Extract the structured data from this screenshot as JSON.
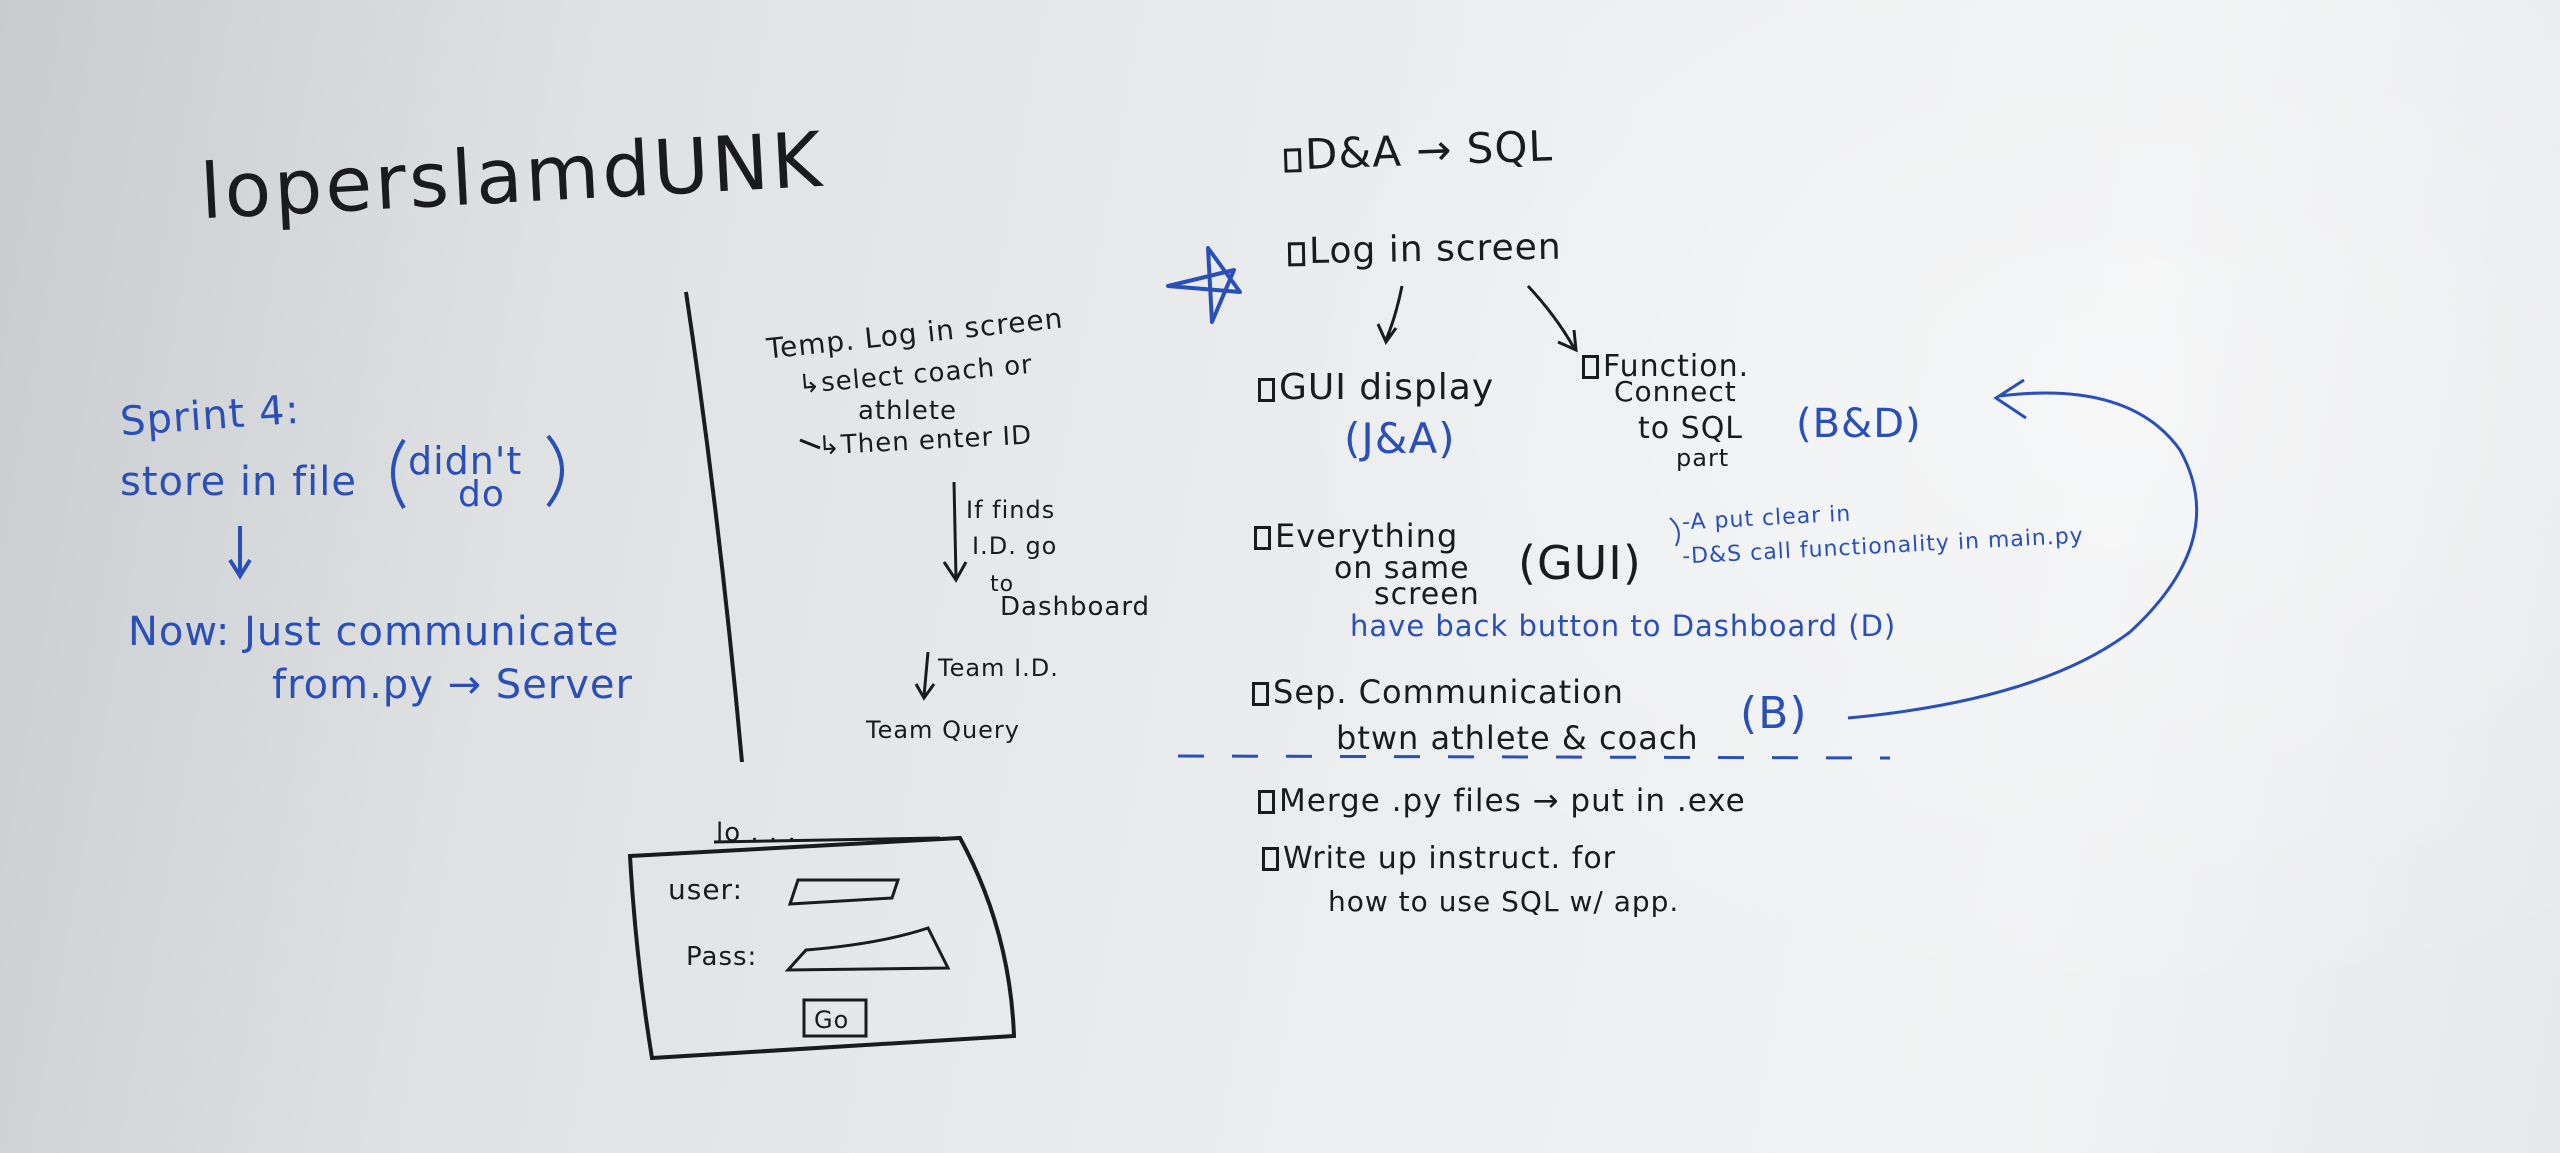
{
  "board": {
    "title": "loperslamdUNK",
    "sprint": {
      "line1": "Sprint 4:",
      "line2a": "store in file",
      "line2b_top": "didn't",
      "line2b_bottom": "do",
      "now_line1": "Now: Just communicate",
      "now_line2": "from.py → Server"
    },
    "flow": {
      "l1": "Temp. Log in screen",
      "l2": "↳select coach or",
      "l3": "athlete",
      "l4": "↳Then enter ID",
      "if1": "If finds",
      "if2": "I.D. go",
      "if3": "to",
      "if4": "Dashboard",
      "team_id": "Team I.D.",
      "team_query": "Team Query"
    },
    "sketch": {
      "top": "lo . . .",
      "user": "user:",
      "pass": "Pass:",
      "go": "Go"
    },
    "tasks": {
      "da_sql": "D&A → SQL",
      "login": "Log in screen",
      "gui_display": "GUI display",
      "ja": "(J&A)",
      "func1": "Function.",
      "func2": "Connect",
      "func3": "to SQL",
      "func4": "part",
      "bd": "(B&D)",
      "everything1": "Everything",
      "everything2": "on same",
      "everything3": "screen",
      "gui_paren": "(GUI)",
      "note1": "-A put clear in",
      "note2": "-D&S call functionality in main.py",
      "back_button": "have back button to Dashboard (D)",
      "sep1": "Sep. Communication",
      "sep2": "btwn athlete & coach",
      "b": "(B)",
      "merge": "Merge .py files → put in .exe",
      "write1": "Write up instruct. for",
      "write2": "how to use SQL w/ app."
    }
  },
  "colors": {
    "black_marker": "#1b1b1d",
    "blue_marker": "#2a4fb8",
    "board": "#e6e8ea"
  }
}
